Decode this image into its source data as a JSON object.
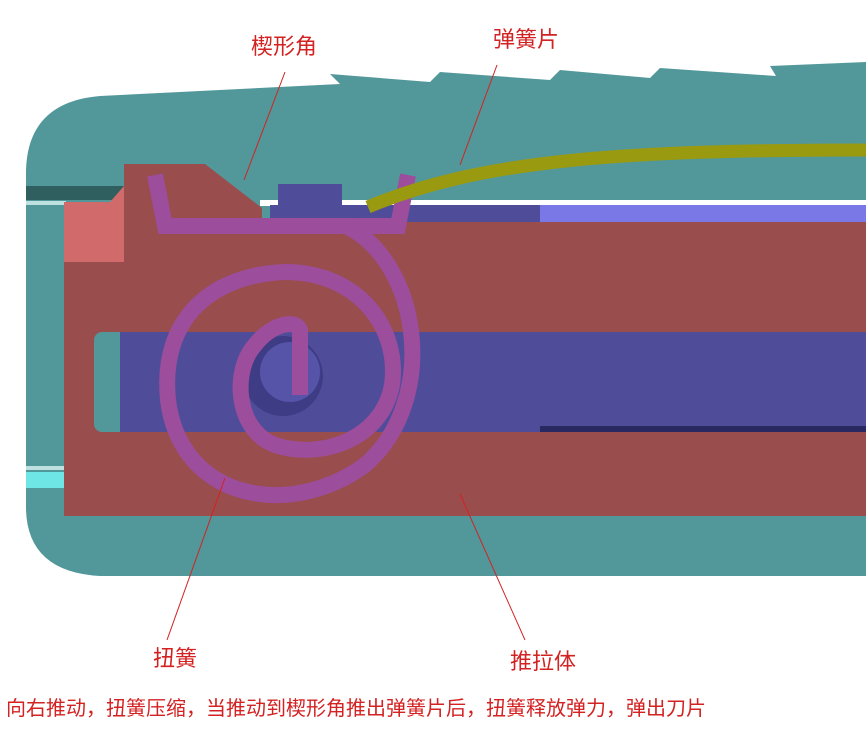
{
  "labels": {
    "wedge_corner": "楔形角",
    "leaf_spring": "弹簧片",
    "torsion_spring": "扭簧",
    "push_pull_body": "推拉体"
  },
  "caption": "向右推动，扭簧压缩，当推动到楔形角推出弹簧片后，扭簧释放弹力，弹出刀片",
  "colors": {
    "housing": "#52989a",
    "housing_dark": "#2f5f5f",
    "push_body": "#9a4d4d",
    "wedge_tip": "#d16a6a",
    "blade_slot": "#4f4d9a",
    "blade_light": "#7a78e6",
    "spring": "#9c4d9c",
    "leaf_spring": "#9a9a10",
    "annotation": "#d32222",
    "cyan_strip": "#6ee6e6"
  }
}
